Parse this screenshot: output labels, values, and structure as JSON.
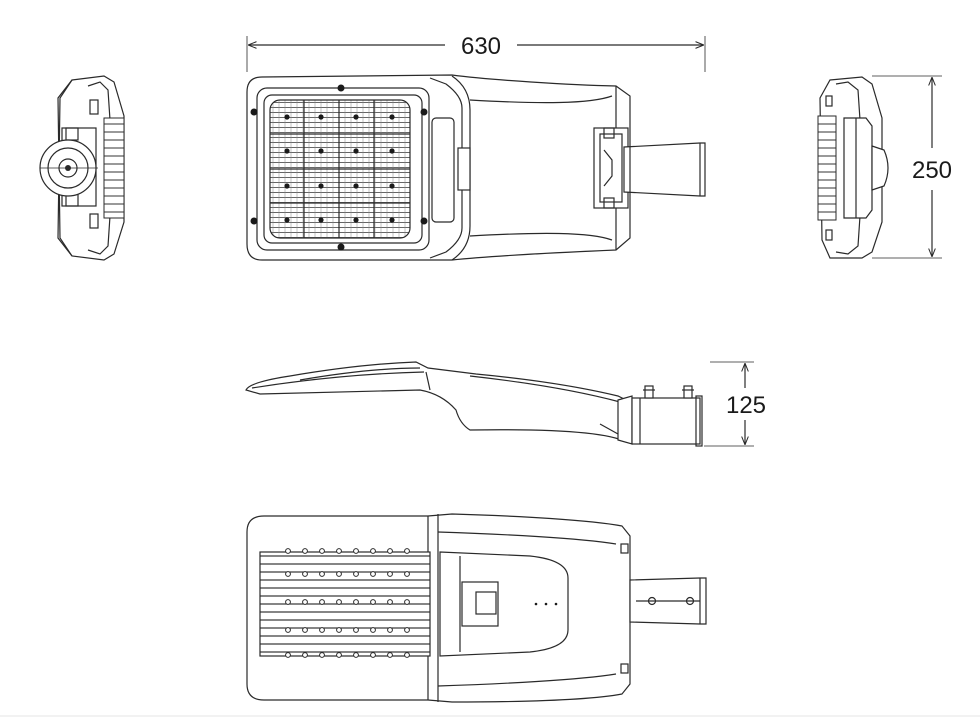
{
  "dimensions": {
    "length": "630",
    "width": "250",
    "height": "125"
  }
}
